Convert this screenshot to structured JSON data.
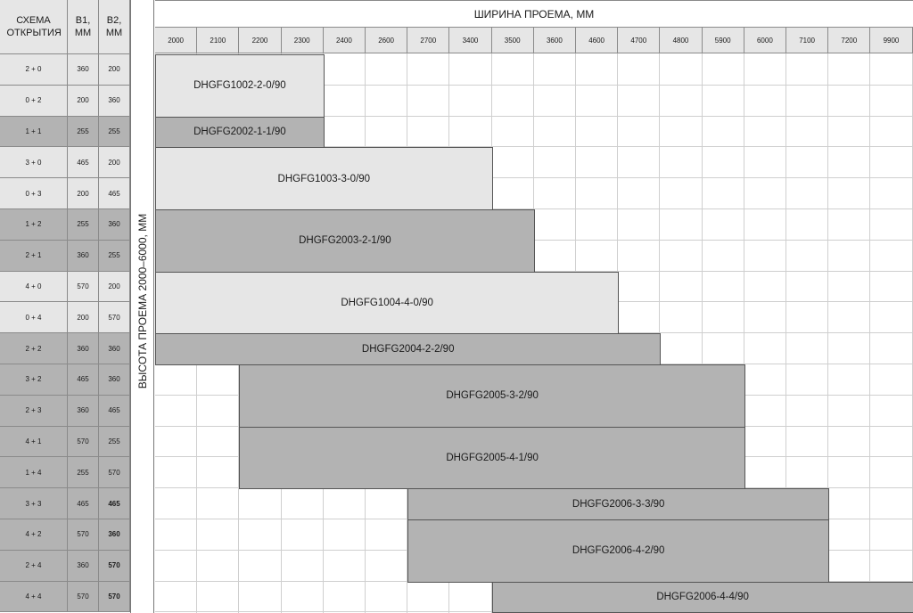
{
  "left_table": {
    "headers": {
      "scheme": "СХЕМА ОТКРЫТИЯ",
      "b1": "В1, ММ",
      "b2": "В2, ММ"
    },
    "rows": [
      {
        "scheme": "2 + 0",
        "b1": "360",
        "b2": "200",
        "shade": "light"
      },
      {
        "scheme": "0 + 2",
        "b1": "200",
        "b2": "360",
        "shade": "light"
      },
      {
        "scheme": "1 + 1",
        "b1": "255",
        "b2": "255",
        "shade": "dark"
      },
      {
        "scheme": "3 + 0",
        "b1": "465",
        "b2": "200",
        "shade": "light"
      },
      {
        "scheme": "0 + 3",
        "b1": "200",
        "b2": "465",
        "shade": "light"
      },
      {
        "scheme": "1 + 2",
        "b1": "255",
        "b2": "360",
        "shade": "dark"
      },
      {
        "scheme": "2 + 1",
        "b1": "360",
        "b2": "255",
        "shade": "dark"
      },
      {
        "scheme": "4 + 0",
        "b1": "570",
        "b2": "200",
        "shade": "light"
      },
      {
        "scheme": "0 + 4",
        "b1": "200",
        "b2": "570",
        "shade": "light"
      },
      {
        "scheme": "2 + 2",
        "b1": "360",
        "b2": "360",
        "shade": "dark"
      },
      {
        "scheme": "3 + 2",
        "b1": "465",
        "b2": "360",
        "shade": "dark"
      },
      {
        "scheme": "2 + 3",
        "b1": "360",
        "b2": "465",
        "shade": "dark"
      },
      {
        "scheme": "4 + 1",
        "b1": "570",
        "b2": "255",
        "shade": "dark"
      },
      {
        "scheme": "1 + 4",
        "b1": "255",
        "b2": "570",
        "shade": "dark"
      },
      {
        "scheme": "3 + 3",
        "b1": "465",
        "b2": "465",
        "shade": "dark",
        "b2_bold": true
      },
      {
        "scheme": "4 + 2",
        "b1": "570",
        "b2": "360",
        "shade": "dark",
        "b2_bold": true
      },
      {
        "scheme": "2 + 4",
        "b1": "360",
        "b2": "570",
        "shade": "dark",
        "b2_bold": true
      },
      {
        "scheme": "4 + 4",
        "b1": "570",
        "b2": "570",
        "shade": "dark",
        "b2_bold": true
      }
    ]
  },
  "vertical_label": "ВЫСОТА ПРОЕМА 2000–6000, ММ",
  "width_header": {
    "title": "ШИРИНА ПРОЕМА, ММ",
    "widths": [
      "2000",
      "2100",
      "2200",
      "2300",
      "2400",
      "2600",
      "2700",
      "3400",
      "3500",
      "3600",
      "4600",
      "4700",
      "4800",
      "5900",
      "6000",
      "7100",
      "7200",
      "9900"
    ]
  },
  "products": [
    {
      "label": "DHGFG1002-2-0/90",
      "row_start": 0,
      "row_span": 2,
      "col_start": 0,
      "col_end": 4,
      "shade": "light"
    },
    {
      "label": "DHGFG2002-1-1/90",
      "row_start": 2,
      "row_span": 1,
      "col_start": 0,
      "col_end": 4,
      "shade": "dark"
    },
    {
      "label": "DHGFG1003-3-0/90",
      "row_start": 3,
      "row_span": 2,
      "col_start": 0,
      "col_end": 8,
      "shade": "light"
    },
    {
      "label": "DHGFG2003-2-1/90",
      "row_start": 5,
      "row_span": 2,
      "col_start": 0,
      "col_end": 9,
      "shade": "dark"
    },
    {
      "label": "DHGFG1004-4-0/90",
      "row_start": 7,
      "row_span": 2,
      "col_start": 0,
      "col_end": 11,
      "shade": "light"
    },
    {
      "label": "DHGFG2004-2-2/90",
      "row_start": 9,
      "row_span": 1,
      "col_start": 0,
      "col_end": 12,
      "shade": "dark"
    },
    {
      "label": "DHGFG2005-3-2/90",
      "row_start": 10,
      "row_span": 2,
      "col_start": 2,
      "col_end": 14,
      "shade": "dark"
    },
    {
      "label": "DHGFG2005-4-1/90",
      "row_start": 12,
      "row_span": 2,
      "col_start": 2,
      "col_end": 14,
      "shade": "dark"
    },
    {
      "label": "DHGFG2006-3-3/90",
      "row_start": 14,
      "row_span": 1,
      "col_start": 6,
      "col_end": 16,
      "shade": "dark"
    },
    {
      "label": "DHGFG2006-4-2/90",
      "row_start": 15,
      "row_span": 2,
      "col_start": 6,
      "col_end": 16,
      "shade": "dark"
    },
    {
      "label": "DHGFG2006-4-4/90",
      "row_start": 17,
      "row_span": 1,
      "col_start": 8,
      "col_end": 18,
      "shade": "dark"
    }
  ]
}
